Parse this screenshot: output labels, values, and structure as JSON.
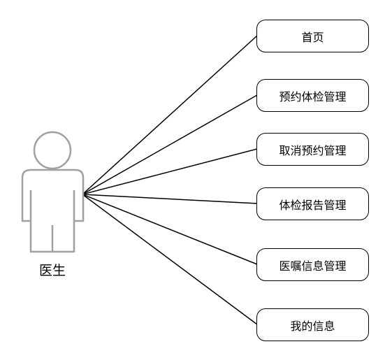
{
  "actor": {
    "label": "医生"
  },
  "use_cases": [
    {
      "label": "首页"
    },
    {
      "label": "预约体检管理"
    },
    {
      "label": "取消预约管理"
    },
    {
      "label": "体检报告管理"
    },
    {
      "label": "医嘱信息管理"
    },
    {
      "label": "我的信息"
    }
  ],
  "colors": {
    "actor_fill": "#ffffff",
    "actor_stroke": "#a0a0a0",
    "line": "#000000"
  }
}
